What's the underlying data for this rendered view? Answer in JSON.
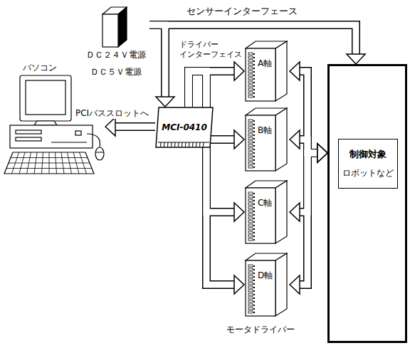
{
  "diagram": {
    "nodes": [
      {
        "text": [
          "ＤＣ２４Ｖ電源",
          "ＤＣ５Ｖ電源"
        ]
      },
      {
        "text": [
          "パソコン"
        ]
      },
      {
        "text": [
          "MCI-0410"
        ]
      },
      {
        "text": [
          "A軸"
        ]
      },
      {
        "text": [
          "B軸"
        ]
      },
      {
        "text": [
          "C軸"
        ]
      },
      {
        "text": [
          "D軸"
        ]
      },
      {
        "text": [
          "制御対象",
          "ロボットなど"
        ]
      }
    ],
    "edges": [
      {
        "from": 0,
        "to": 2,
        "arrow": "to"
      },
      {
        "from": 0,
        "to": 7,
        "arrow": "to",
        "label": "センサーインターフェース"
      },
      {
        "from": 2,
        "to": 1,
        "arrow": "to",
        "label": "PCIバススロットへ"
      },
      {
        "from": 2,
        "to": 3,
        "arrow": "to",
        "label": "ドライバー インターフェイス"
      },
      {
        "from": 2,
        "to": 4,
        "arrow": "to"
      },
      {
        "from": 2,
        "to": 5,
        "arrow": "to"
      },
      {
        "from": 2,
        "to": 6,
        "arrow": "to"
      },
      {
        "from": 3,
        "to": 7,
        "arrow": "both"
      },
      {
        "from": 4,
        "to": 7,
        "arrow": "both"
      },
      {
        "from": 5,
        "to": 7,
        "arrow": "both"
      },
      {
        "from": 6,
        "to": 7,
        "arrow": "both"
      }
    ],
    "labels": [
      "モータドライバー"
    ]
  }
}
